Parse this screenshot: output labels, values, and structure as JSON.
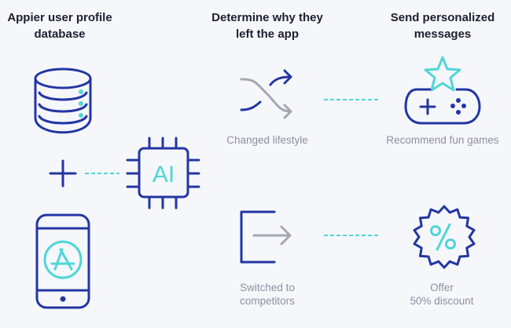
{
  "headings": {
    "col1": [
      "Appier user profile",
      "database"
    ],
    "col2": [
      "Determine why they",
      "left the app"
    ],
    "col3": [
      "Send personalized",
      "messages"
    ]
  },
  "chip_label": "AI",
  "reasons": [
    {
      "lines": [
        "Changed lifestyle"
      ],
      "icon": "shuffle-icon"
    },
    {
      "lines": [
        "Switched to",
        "competitors"
      ],
      "icon": "exit-icon"
    }
  ],
  "actions": [
    {
      "lines": [
        "Recommend fun games"
      ],
      "icon": "gamepad-star-icon"
    },
    {
      "lines": [
        "Offer",
        "50% discount"
      ],
      "icon": "discount-badge-icon"
    }
  ],
  "colors": {
    "navy": "#2336a3",
    "cyan": "#4fd6d6",
    "gray": "#a3a8b2",
    "background": "#f6f7fb"
  }
}
